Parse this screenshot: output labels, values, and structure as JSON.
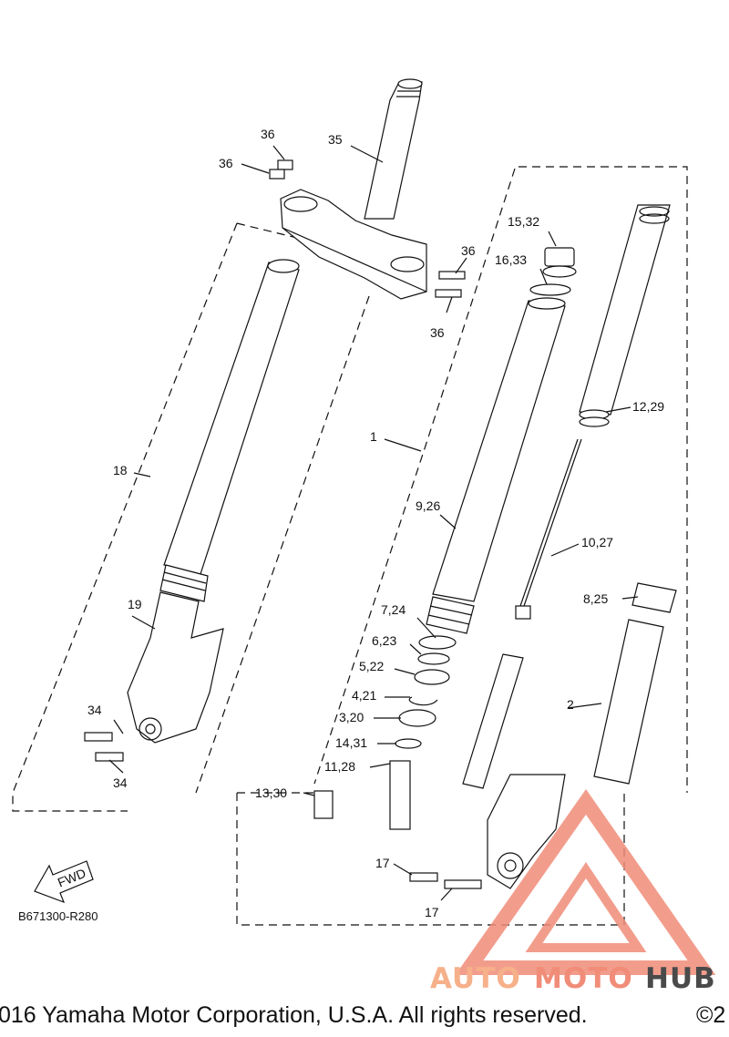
{
  "diagram": {
    "part_labels": {
      "l36a": "36",
      "l36b": "36",
      "l36c": "36",
      "l36d": "36",
      "l35": "35",
      "l15_32": "15,32",
      "l16_33": "16,33",
      "l12_29": "12,29",
      "l1": "1",
      "l18": "18",
      "l9_26": "9,26",
      "l10_27": "10,27",
      "l19": "19",
      "l8_25": "8,25",
      "l7_24": "7,24",
      "l6_23": "6,23",
      "l5_22": "5,22",
      "l2": "2",
      "l4_21": "4,21",
      "l34a": "34",
      "l34b": "34",
      "l3_20": "3,20",
      "l14_31": "14,31",
      "l11_28": "11,28",
      "l13_30": "13,30",
      "l17a": "17",
      "l17b": "17"
    },
    "fwd_label": "FWD",
    "ref_code": "B671300-R280"
  },
  "footer": {
    "copyright": "016 Yamaha Motor Corporation, U.S.A. All rights reserved.",
    "copyright_tail": "©2"
  },
  "watermark": {
    "word_part_1": "AUTO",
    "word_part_2": "MOTO",
    "word_part_3": "HUB",
    "color_primary": "#f08c78",
    "color_dark": "#4a4a4a"
  }
}
